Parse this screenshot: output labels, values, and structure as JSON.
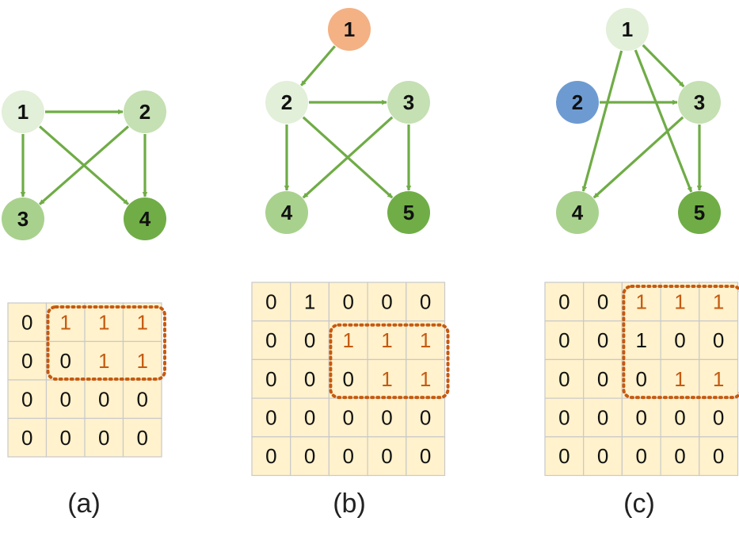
{
  "colors": {
    "edge": "#6fac46",
    "matrix_fill": "#fff2cc",
    "matrix_grid": "#c9c9c9",
    "highlight_border": "#c55a11",
    "highlight_text": "#c55a11",
    "normal_text": "#111111",
    "node_light": "#e2efd9",
    "node_mid": "#c5e0b3",
    "node_midplus": "#a9d18e",
    "node_dark": "#70ad47",
    "node_orange": "#f4b183",
    "node_blue": "#6d9bd1"
  },
  "panels": [
    {
      "caption": "(a)",
      "nodes": [
        {
          "label": "1",
          "color": "#e2efd9"
        },
        {
          "label": "2",
          "color": "#c5e0b3"
        },
        {
          "label": "3",
          "color": "#a9d18e"
        },
        {
          "label": "4",
          "color": "#70ad47"
        }
      ],
      "edges": [
        [
          0,
          1
        ],
        [
          0,
          2
        ],
        [
          0,
          3
        ],
        [
          1,
          2
        ],
        [
          1,
          3
        ]
      ],
      "matrix": [
        [
          "0",
          "1",
          "1",
          "1"
        ],
        [
          "0",
          "0",
          "1",
          "1"
        ],
        [
          "0",
          "0",
          "0",
          "0"
        ],
        [
          "0",
          "0",
          "0",
          "0"
        ]
      ],
      "highlight": {
        "rows": [
          0,
          1
        ],
        "cols": [
          1,
          3
        ]
      },
      "colored_cells": [
        [
          0,
          1
        ],
        [
          0,
          2
        ],
        [
          0,
          3
        ],
        [
          1,
          2
        ],
        [
          1,
          3
        ]
      ]
    },
    {
      "caption": "(b)",
      "nodes": [
        {
          "label": "1",
          "color": "#f4b183"
        },
        {
          "label": "2",
          "color": "#e2efd9"
        },
        {
          "label": "3",
          "color": "#c5e0b3"
        },
        {
          "label": "4",
          "color": "#a9d18e"
        },
        {
          "label": "5",
          "color": "#70ad47"
        }
      ],
      "edges": [
        [
          0,
          1
        ],
        [
          1,
          2
        ],
        [
          1,
          3
        ],
        [
          1,
          4
        ],
        [
          2,
          3
        ],
        [
          2,
          4
        ]
      ],
      "matrix": [
        [
          "0",
          "1",
          "0",
          "0",
          "0"
        ],
        [
          "0",
          "0",
          "1",
          "1",
          "1"
        ],
        [
          "0",
          "0",
          "0",
          "1",
          "1"
        ],
        [
          "0",
          "0",
          "0",
          "0",
          "0"
        ],
        [
          "0",
          "0",
          "0",
          "0",
          "0"
        ]
      ],
      "highlight": {
        "rows": [
          1,
          2
        ],
        "cols": [
          2,
          4
        ]
      },
      "colored_cells": [
        [
          1,
          2
        ],
        [
          1,
          3
        ],
        [
          1,
          4
        ],
        [
          2,
          3
        ],
        [
          2,
          4
        ]
      ]
    },
    {
      "caption": "(c)",
      "nodes": [
        {
          "label": "1",
          "color": "#e2efd9"
        },
        {
          "label": "2",
          "color": "#6d9bd1"
        },
        {
          "label": "3",
          "color": "#c5e0b3"
        },
        {
          "label": "4",
          "color": "#a9d18e"
        },
        {
          "label": "5",
          "color": "#70ad47"
        }
      ],
      "edges": [
        [
          1,
          2
        ],
        [
          0,
          2
        ],
        [
          0,
          3
        ],
        [
          0,
          4
        ],
        [
          2,
          3
        ],
        [
          2,
          4
        ]
      ],
      "matrix": [
        [
          "0",
          "0",
          "1",
          "1",
          "1"
        ],
        [
          "0",
          "0",
          "1",
          "0",
          "0"
        ],
        [
          "0",
          "0",
          "0",
          "1",
          "1"
        ],
        [
          "0",
          "0",
          "0",
          "0",
          "0"
        ],
        [
          "0",
          "0",
          "0",
          "0",
          "0"
        ]
      ],
      "highlight": {
        "rows": [
          0,
          2
        ],
        "cols": [
          2,
          4
        ]
      },
      "colored_cells": [
        [
          0,
          2
        ],
        [
          0,
          3
        ],
        [
          0,
          4
        ],
        [
          2,
          3
        ],
        [
          2,
          4
        ]
      ]
    }
  ]
}
